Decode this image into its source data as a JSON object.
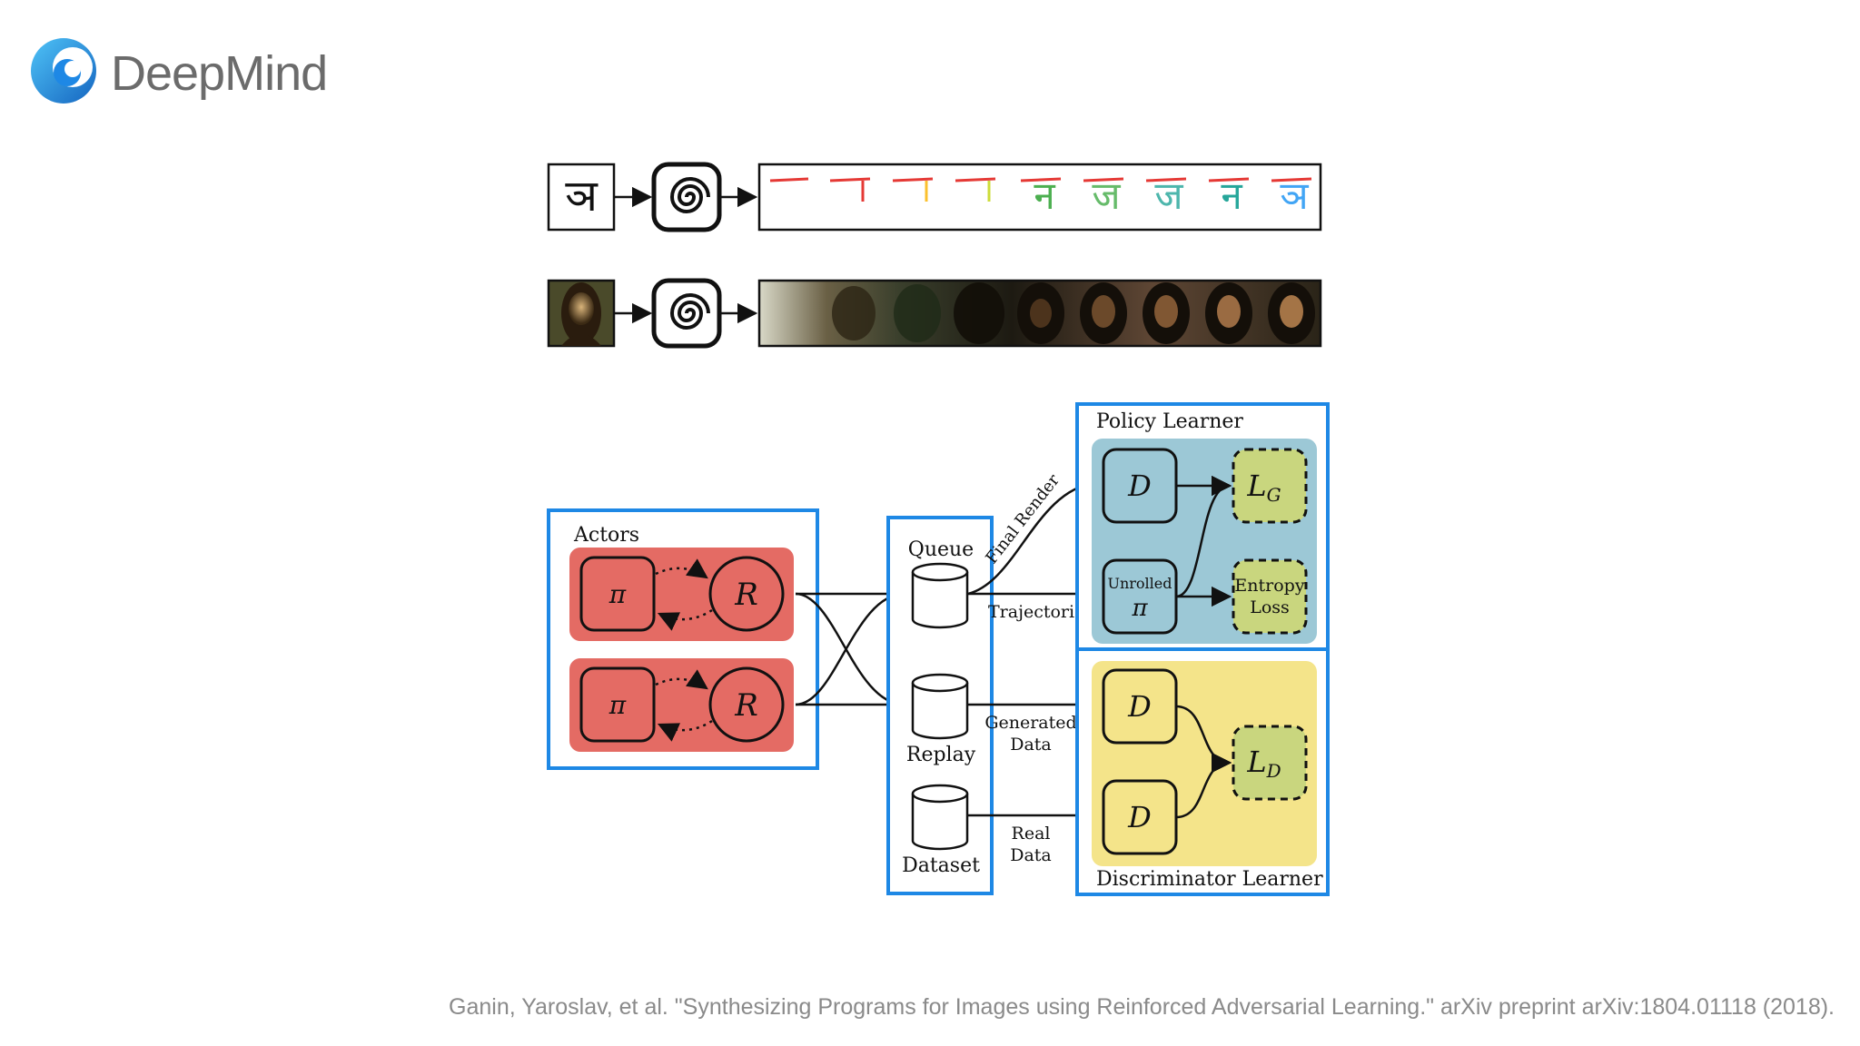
{
  "brand": {
    "name": "DeepMind",
    "logo_icon": "deepmind-logo-icon"
  },
  "citation": "Ganin, Yaroslav, et al. \"Synthesizing Programs for Images using Reinforced Adversarial Learning.\" arXiv preprint arXiv:1804.01118 (2018).",
  "top_rows": {
    "glyph_char": "ञ",
    "stroke_sequence_glyphs": [
      "",
      "",
      "",
      "",
      "न",
      "ज",
      "ज",
      "न",
      "ञ"
    ],
    "spiral_icon": "spiral-renderer-icon",
    "portrait_icon": "mona-lisa-thumbnail"
  },
  "actors": {
    "title": "Actors",
    "policy_symbol": "π",
    "renderer_symbol": "R"
  },
  "buffers": {
    "queue": "Queue",
    "replay": "Replay",
    "dataset": "Dataset"
  },
  "edges": {
    "final_render": "Final Render",
    "trajectories": "Trajectories",
    "generated_data_1": "Generated",
    "generated_data_2": "Data",
    "real_data_1": "Real",
    "real_data_2": "Data"
  },
  "policy_learner": {
    "title": "Policy Learner",
    "d_symbol": "D",
    "unrolled_label": "Unrolled",
    "unrolled_symbol": "π",
    "loss_g_symbol": "L",
    "loss_g_sub": "G",
    "entropy_1": "Entropy",
    "entropy_2": "Loss"
  },
  "discriminator_learner": {
    "title": "Discriminator Learner",
    "d_symbol": "D",
    "loss_d_symbol": "L",
    "loss_d_sub": "D"
  },
  "colors": {
    "frame_blue": "#1e88e5",
    "actor_red": "#e46b64",
    "policy_blue": "#9cc8d6",
    "disc_yellow": "#f4e48a",
    "loss_green": "#c9d67e"
  }
}
